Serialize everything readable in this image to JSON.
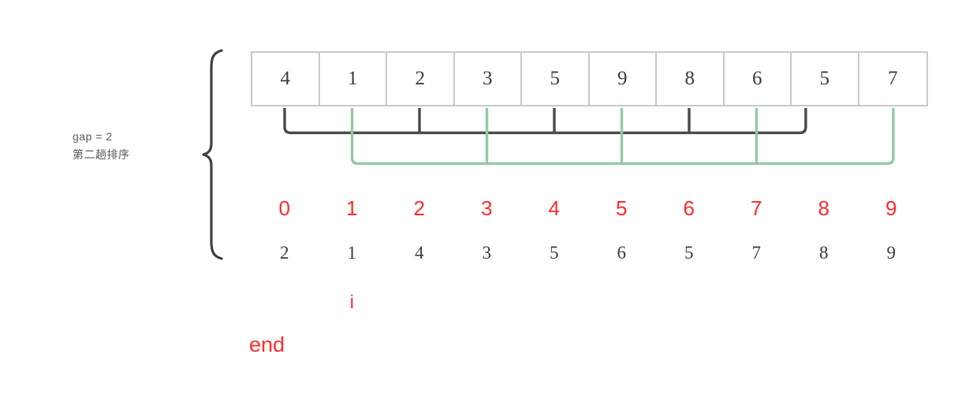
{
  "diagram": {
    "title_lines": [
      "gap = 2",
      "第二趟排序"
    ],
    "brace_icon": "left-curly-brace",
    "colors": {
      "group_even": "#4a4a4a",
      "group_odd": "#92c9a4",
      "index_text": "#ff2b2b",
      "cell_border": "#c9c9c9",
      "value_text": "#3b3b3b",
      "label_text": "#595959"
    }
  },
  "array": {
    "values": [
      "4",
      "1",
      "2",
      "3",
      "5",
      "9",
      "8",
      "6",
      "5",
      "7"
    ]
  },
  "index_row": {
    "values": [
      "0",
      "1",
      "2",
      "3",
      "4",
      "5",
      "6",
      "7",
      "8",
      "9"
    ]
  },
  "result_row": {
    "values": [
      "2",
      "1",
      "4",
      "3",
      "5",
      "6",
      "5",
      "7",
      "8",
      "9"
    ]
  },
  "markers": {
    "i": "i",
    "end": "end"
  },
  "groups": [
    {
      "name": "even-index-group",
      "color": "#4a4a4a",
      "indices": [
        0,
        2,
        4,
        6,
        8
      ]
    },
    {
      "name": "odd-index-group",
      "color": "#92c9a4",
      "indices": [
        1,
        3,
        5,
        7,
        9
      ]
    }
  ]
}
